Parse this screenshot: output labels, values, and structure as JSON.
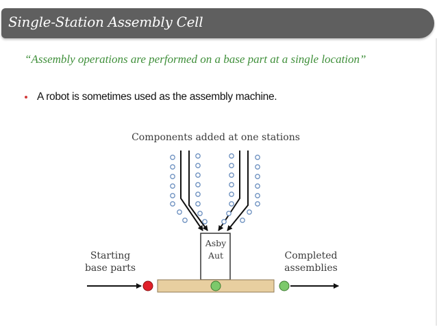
{
  "slide": {
    "title": "Single-Station Assembly Cell",
    "quote": "“Assembly operations are performed on a base part at a single location”",
    "bullets": [
      {
        "text": "A robot is sometimes used as the assembly machine."
      }
    ]
  },
  "diagram": {
    "top_label": "Components added at one stations",
    "machine_label_line1": "Asby",
    "machine_label_line2": "Aut",
    "left_label_line1": "Starting",
    "left_label_line2": "base parts",
    "right_label_line1": "Completed",
    "right_label_line2": "assemblies"
  },
  "colors": {
    "title_bar": "#5f5f5f",
    "quote_green": "#3f8f3a",
    "bullet_red": "#d23a3a",
    "conveyor": "#e8cfa0",
    "start_part": "#e0202a",
    "finished_part": "#7cc96b",
    "component": "#6b8fbf"
  }
}
